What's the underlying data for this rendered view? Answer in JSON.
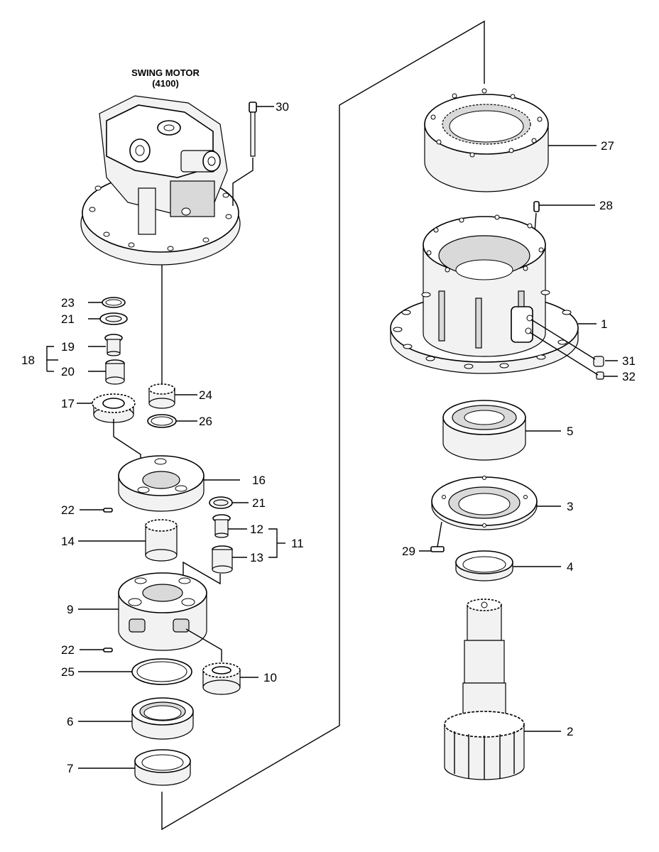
{
  "title": {
    "line1": "SWING MOTOR",
    "line2": "(4100)"
  },
  "callouts": {
    "p1": "1",
    "p2": "2",
    "p3": "3",
    "p4": "4",
    "p5": "5",
    "p6": "6",
    "p7": "7",
    "p9": "9",
    "p10": "10",
    "p11": "11",
    "p12": "12",
    "p13": "13",
    "p14": "14",
    "p16": "16",
    "p17": "17",
    "p18": "18",
    "p19": "19",
    "p20": "20",
    "p21a": "21",
    "p21b": "21",
    "p22a": "22",
    "p22b": "22",
    "p23": "23",
    "p24": "24",
    "p25": "25",
    "p26": "26",
    "p27": "27",
    "p28": "28",
    "p29": "29",
    "p30": "30",
    "p31": "31",
    "p32": "32"
  }
}
